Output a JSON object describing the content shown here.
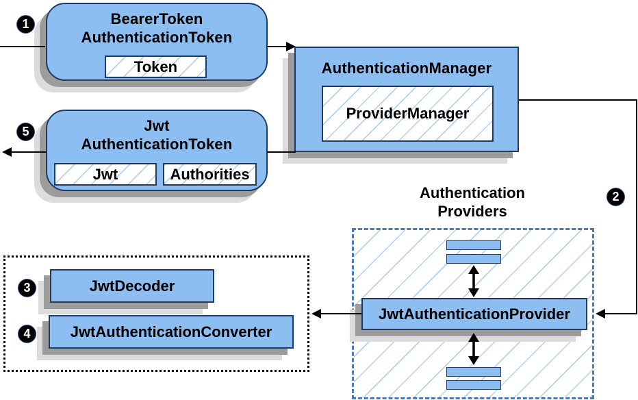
{
  "diagram": {
    "bearer_box": {
      "title_line1": "BearerToken",
      "title_line2": "AuthenticationToken",
      "chip_label": "Token"
    },
    "manager_box": {
      "title": "AuthenticationManager",
      "chip_label": "ProviderManager"
    },
    "jwt_box": {
      "title_line1": "Jwt",
      "title_line2": "AuthenticationToken",
      "chip_jwt": "Jwt",
      "chip_authorities": "Authorities"
    },
    "providers_group": {
      "label_line1": "Authentication",
      "label_line2": "Providers",
      "provider_label": "JwtAuthenticationProvider"
    },
    "decoder_group": {
      "decoder_label": "JwtDecoder",
      "converter_label": "JwtAuthenticationConverter"
    },
    "markers": {
      "step1": "1",
      "step2": "2",
      "step3": "3",
      "step4": "4",
      "step5": "5"
    },
    "colors": {
      "box_fill": "#8cbef2",
      "box_border": "#1f3a63",
      "hatch_line": "#b5d2f0",
      "dashed_border": "#4a7ab8",
      "shadow_dark": "#9c9c9c",
      "shadow_light": "#dcdcdc",
      "line_color": "#000000"
    }
  }
}
